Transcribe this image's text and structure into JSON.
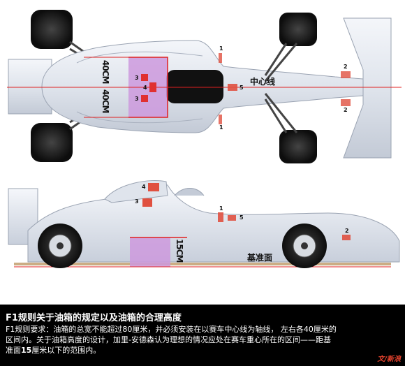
{
  "diagram": {
    "top_view": {
      "vertical_labels": [
        "40CM",
        "40CM"
      ],
      "center_line_label": "中心线",
      "markers": [
        "1",
        "1",
        "2",
        "2",
        "3",
        "3",
        "4",
        "5"
      ]
    },
    "side_view": {
      "vertical_label": "15CM",
      "datum_label": "基准面",
      "markers": [
        "1",
        "2",
        "3",
        "4",
        "5"
      ]
    }
  },
  "caption": {
    "title": "F1规则关于油箱的规定以及油箱的合理高度",
    "line1": "F1规则要求：油箱的总宽不能超过80厘米，并必须安装在以赛车中心线为轴线， 左右各40厘米的",
    "line2_prefix": "区间内。关于油箱高度的设计，加里-安德森认为理想的情况应处在赛车重心所在的区间——距基",
    "line3_a": "准面",
    "line3_b": "15",
    "line3_c": "厘米以下的范围内。",
    "logo": "文/新浪"
  },
  "colors": {
    "car_body": "#e8ecf2",
    "tank": "#cc99dd",
    "marker": "#e05040",
    "guide_line": "#e02020"
  }
}
